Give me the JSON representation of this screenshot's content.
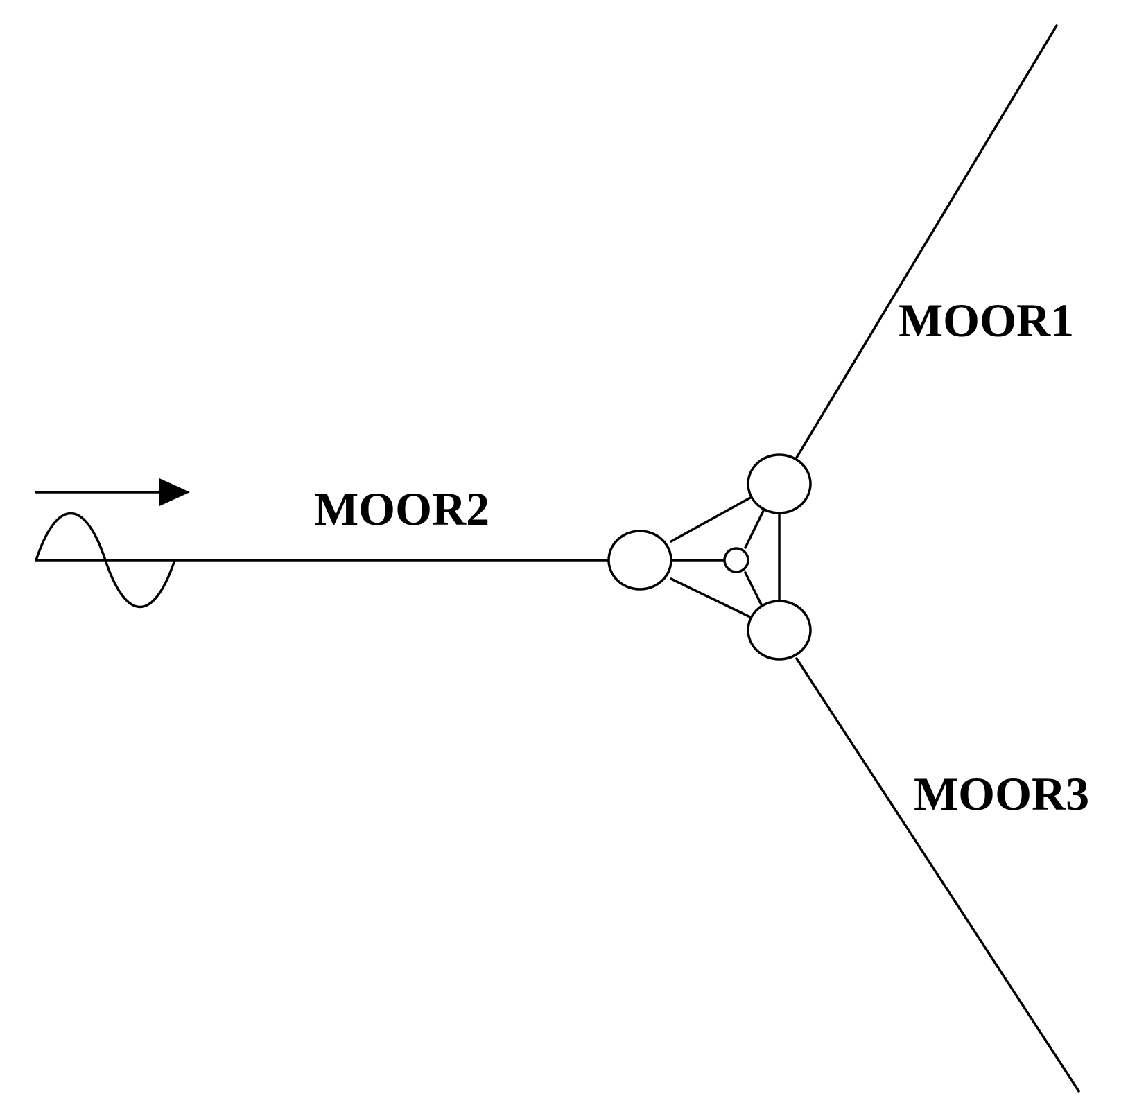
{
  "diagram": {
    "labels": {
      "moor1": "MOOR1",
      "moor2": "MOOR2",
      "moor3": "MOOR3"
    },
    "icons": {
      "incident_direction": "arrow-right-icon",
      "incident_wave": "sine-wave-icon"
    },
    "colors": {
      "stroke": "#000000",
      "background": "#ffffff"
    }
  }
}
